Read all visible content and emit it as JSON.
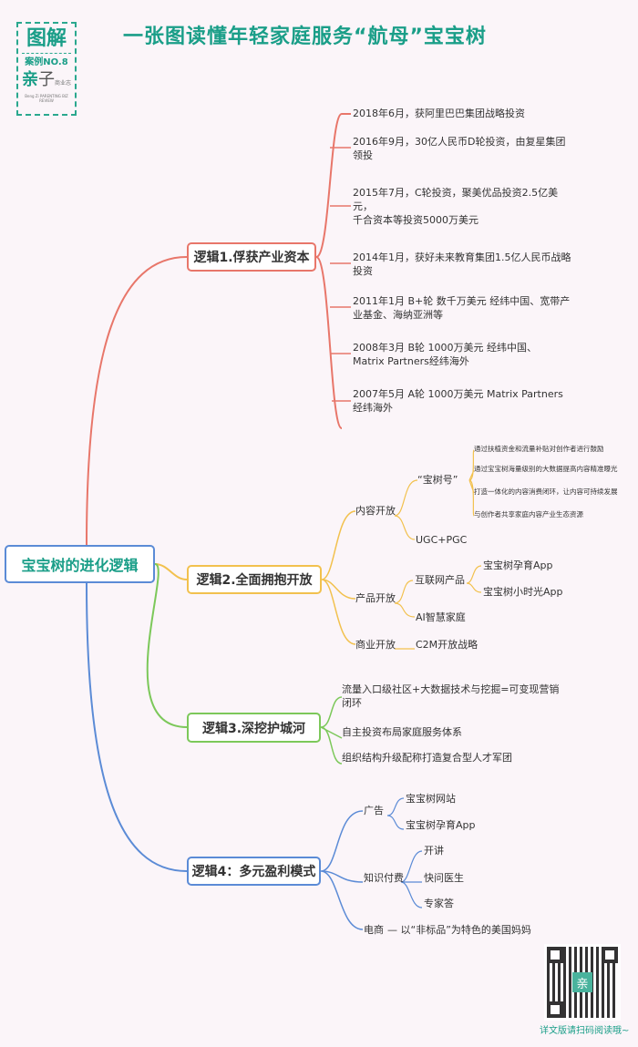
{
  "title": "一张图读懂年轻家庭服务“航母”宝宝树",
  "logo": {
    "big": "图解",
    "case": "案例NO.8",
    "brand1": "亲",
    "brand2": "子",
    "brand_side": "商业志",
    "brand_sub": "Beng Zi PARENTING BIZ REVIEW"
  },
  "root": "宝宝树的进化逻辑",
  "branches": [
    {
      "label": "逻辑1.俘获产业资本",
      "color": "#e8766a",
      "items": [
        "2018年6月，获阿里巴巴集团战略投资",
        "2016年9月，30亿人民币D轮投资，由复星集团\n领投",
        "2015年7月，C轮投资，聚美优品投资2.5亿美\n元，\n千合资本等投资5000万美元",
        "2014年1月，获好未来教育集团1.5亿人民币战略\n投资",
        "2011年1月 B+轮 数千万美元   经纬中国、宽带产\n业基金、海纳亚洲等",
        "2008年3月 B轮 1000万美元 经纬中国、\nMatrix Partners经纬海外",
        "2007年5月 A轮 1000万美元 Matrix Partners\n经纬海外"
      ]
    },
    {
      "label": "逻辑2.全面拥抱开放",
      "color": "#f2c14e",
      "content": {
        "label": "内容开放",
        "shuhao": "“宝树号”",
        "shuhao_items": [
          "通过扶植资金和流量补贴对创作者进行鼓励",
          "通过宝宝树海量级别的大数据提高内容精准曝光",
          "打造一体化的内容消费闭环，让内容可持续发展",
          "与创作者共享家庭内容产业生态资源"
        ],
        "ugc": "UGC+PGC"
      },
      "product": {
        "label": "产品开放",
        "internet": "互联网产品",
        "apps": [
          "宝宝树孕育App",
          "宝宝树小时光App"
        ],
        "ai": "AI智慧家庭"
      },
      "business": {
        "label": "商业开放",
        "item": "C2M开放战略"
      }
    },
    {
      "label": "逻辑3.深挖护城河",
      "color": "#7cc85a",
      "items": [
        "流量入口级社区+大数据技术与挖掘=可变现营销\n闭环",
        "自主投资布局家庭服务体系",
        "组织结构升级配称打造复合型人才军团"
      ]
    },
    {
      "label": "逻辑4：多元盈利模式",
      "color": "#5b8bd6",
      "ads": {
        "label": "广告",
        "items": [
          "宝宝树网站",
          "宝宝树孕育App"
        ]
      },
      "knowledge": {
        "label": "知识付费",
        "items": [
          "开讲",
          "快问医生",
          "专家答"
        ]
      },
      "ecommerce": {
        "label": "电商",
        "item": "以“非标品”为特色的美国妈妈"
      }
    }
  ],
  "qr_center": "亲",
  "qr_caption": "详文版请扫码阅读哦~"
}
